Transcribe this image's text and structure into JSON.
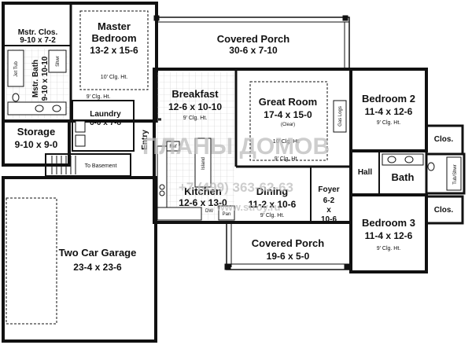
{
  "rooms": {
    "master_closet": {
      "name": "Mstr. Clos.",
      "dims": "9-10 x 7-2"
    },
    "master_bedroom": {
      "name1": "Master",
      "name2": "Bedroom",
      "dims": "13-2 x 15-6",
      "ceiling": "10' Clg. Ht."
    },
    "master_bath": {
      "name": "Mstr. Bath",
      "dims": "9-10 x 10-10",
      "jet_tub": "Jet Tub",
      "shower": "Shwr"
    },
    "covered_porch_rear": {
      "name": "Covered Porch",
      "dims": "30-6 x 7-10"
    },
    "breakfast": {
      "name": "Breakfast",
      "dims": "12-6 x 10-10",
      "ceiling": "9' Clg. Ht."
    },
    "great_room": {
      "name": "Great Room",
      "dims": "17-4 x 15-0",
      "clear": "(Clear)",
      "ceiling1": "10' Clg. Ht.",
      "ceiling2": "9' Clg. Ht.",
      "gas_logs": "Gas Logs"
    },
    "bedroom2": {
      "name": "Bedroom 2",
      "dims": "11-4 x 12-6",
      "ceiling": "9' Clg. Ht.",
      "closet": "Clos."
    },
    "laundry": {
      "name": "Laundry",
      "dims": "6-0 x 7-8",
      "ceiling": "9' Clg. Ht."
    },
    "storage": {
      "name": "Storage",
      "dims": "9-10 x 9-0"
    },
    "entry": {
      "name": "Entry"
    },
    "to_basement": {
      "label": "To Basement"
    },
    "kitchen": {
      "name": "Kitchen",
      "dims": "12-6 x 13-0",
      "island": "Island",
      "ref": "Ref",
      "dw": "DW",
      "pantry": "Pan"
    },
    "dining": {
      "name": "Dining",
      "dims": "11-2 x 10-6",
      "ceiling": "9' Clg. Ht."
    },
    "foyer": {
      "name": "Foyer",
      "d1": "6-2",
      "d2": "x",
      "d3": "10-6"
    },
    "hall": {
      "name": "Hall"
    },
    "bath": {
      "name": "Bath",
      "tub": "Tub/Shwr"
    },
    "bedroom3": {
      "name": "Bedroom 3",
      "dims": "11-4 x 12-6",
      "ceiling": "9' Clg. Ht.",
      "closet": "Clos."
    },
    "garage": {
      "name": "Two Car Garage",
      "dims": "23-4 x 23-6"
    },
    "covered_porch_front": {
      "name": "Covered Porch",
      "dims": "19-6 x 5-0"
    }
  },
  "watermark": {
    "brand": "ПЛАНЫ ДОМОВ",
    "phone": "+7 (499) 363-62-63",
    "site": "www.stroy.ru"
  },
  "colors": {
    "wall": "#111111",
    "watermark": "#bdbdbd"
  }
}
